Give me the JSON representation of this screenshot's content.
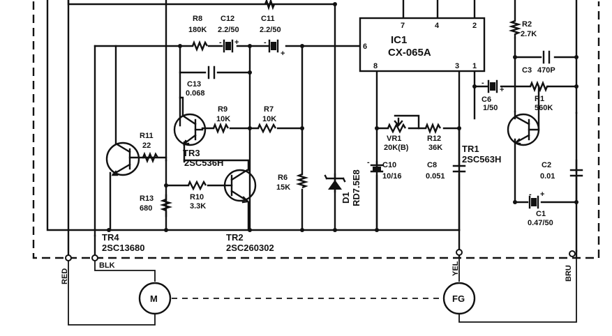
{
  "ic": {
    "name": "IC1",
    "part": "CX-065A",
    "pins": [
      "7",
      "4",
      "2",
      "6",
      "8",
      "3",
      "1"
    ]
  },
  "resistors": {
    "r8": {
      "name": "R8",
      "value": "180K"
    },
    "r9": {
      "name": "R9",
      "value": "10K"
    },
    "r7": {
      "name": "R7",
      "value": "10K"
    },
    "r11": {
      "name": "R11",
      "value": "22"
    },
    "r13": {
      "name": "R13",
      "value": "680"
    },
    "r10": {
      "name": "R10",
      "value": "3.3K"
    },
    "r6": {
      "name": "R6",
      "value": "15K"
    },
    "r12": {
      "name": "R12",
      "value": "36K"
    },
    "r2": {
      "name": "R2",
      "value": "2.7K"
    },
    "r1": {
      "name": "R1",
      "value": "560K"
    },
    "vr1": {
      "name": "VR1",
      "value": "20K(B)"
    }
  },
  "capacitors": {
    "c12": {
      "name": "C12",
      "value": "2.2/50"
    },
    "c11": {
      "name": "C11",
      "value": "2.2/50"
    },
    "c13": {
      "name": "C13",
      "value": "0.068"
    },
    "c10": {
      "name": "C10",
      "value": "10/16"
    },
    "c8": {
      "name": "C8",
      "value": "0.051"
    },
    "c3": {
      "name": "C3",
      "value": "470P"
    },
    "c6": {
      "name": "C6",
      "value": "1/50"
    },
    "c2": {
      "name": "C2",
      "value": "0.01"
    },
    "c1": {
      "name": "C1",
      "value": "0.47/50"
    }
  },
  "transistors": {
    "tr1": {
      "name": "TR1",
      "part": "2SC563H"
    },
    "tr2": {
      "name": "TR2",
      "part": "2SC260302"
    },
    "tr3": {
      "name": "TR3",
      "part": "2SC536H"
    },
    "tr4": {
      "name": "TR4",
      "part": "2SC13680"
    }
  },
  "diode": {
    "name": "D1",
    "part": "RD7.5E8"
  },
  "motor": {
    "label": "M"
  },
  "fg": {
    "label": "FG"
  },
  "wires": {
    "red": "RED",
    "blk": "BLK",
    "yel": "YEL",
    "bru": "BRU"
  },
  "polarity": {
    "minus": "-",
    "plus": "+"
  }
}
